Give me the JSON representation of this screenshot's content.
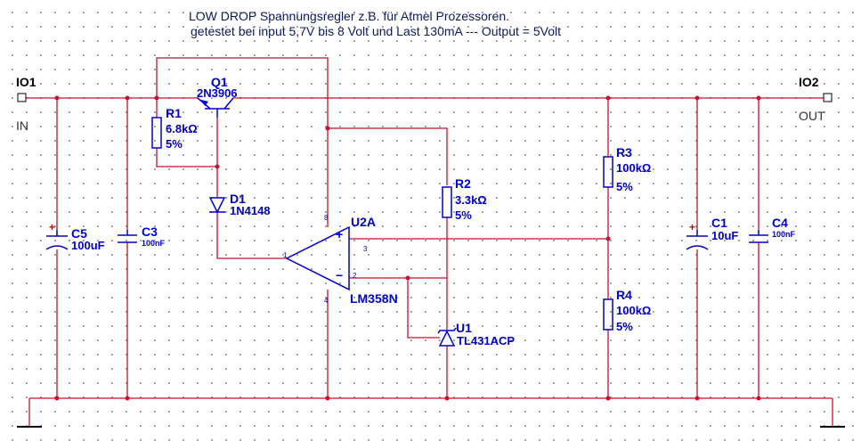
{
  "title": {
    "line1": "LOW DROP Spannungsregler z.B. für Atmel Prozessoren.",
    "line2": "getestet bei input 5,7V bis 8 Volt und Last 130mA ---  Output = 5Volt"
  },
  "ports": {
    "in": {
      "ref": "IO1",
      "label": "IN"
    },
    "out": {
      "ref": "IO2",
      "label": "OUT"
    }
  },
  "components": {
    "q1": {
      "ref": "Q1",
      "value": "2N3906"
    },
    "r1": {
      "ref": "R1",
      "value": "6.8kΩ",
      "tolerance": "5%"
    },
    "d1": {
      "ref": "D1",
      "value": "1N4148"
    },
    "r2": {
      "ref": "R2",
      "value": "3.3kΩ",
      "tolerance": "5%"
    },
    "u2a": {
      "ref": "U2A",
      "value": "LM358N",
      "pin_plus": "3",
      "pin_minus": "2",
      "pin_out": "1",
      "pin_vcc": "8",
      "pin_gnd": "4",
      "plus_sign": "+",
      "minus_sign": "−"
    },
    "u1": {
      "ref": "U1",
      "value": "TL431ACP"
    },
    "r3": {
      "ref": "R3",
      "value": "100kΩ",
      "tolerance": "5%"
    },
    "r4": {
      "ref": "R4",
      "value": "100kΩ",
      "tolerance": "5%"
    },
    "c5": {
      "ref": "C5",
      "value": "100uF",
      "polarity": "+"
    },
    "c3": {
      "ref": "C3",
      "value": "100nF"
    },
    "c1": {
      "ref": "C1",
      "value": "10uF",
      "polarity": "+"
    },
    "c4": {
      "ref": "C4",
      "value": "100nF"
    }
  },
  "colors": {
    "wire": "#c8102e",
    "component": "#0000cc",
    "ground": "#000000"
  }
}
